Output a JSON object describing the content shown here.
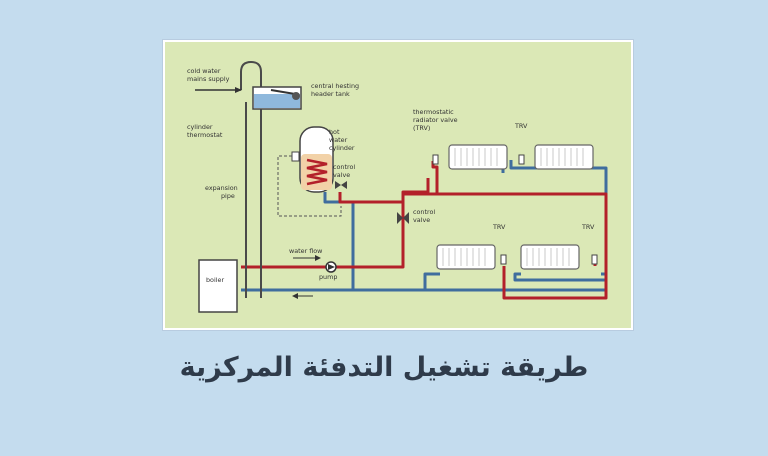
{
  "colors": {
    "background": "#c4dcee",
    "panel": "#dbe8b6",
    "hot_pipe": "#b3202a",
    "cold_pipe": "#3f6d9e",
    "title_text": "#2f3b4a"
  },
  "diagram": {
    "labels": {
      "cold_water_1": "cold water",
      "cold_water_2": "mains supply",
      "header_tank_1": "central hesting",
      "header_tank_2": "header tank",
      "cyl_thermo_1": "cylinder",
      "cyl_thermo_2": "thermostat",
      "hot_water_1": "hot",
      "hot_water_2": "water",
      "hot_water_3": "cylinder",
      "control_valve_1": "control",
      "control_valve_2": "valve",
      "expansion_1": "expansion",
      "expansion_2": "pipe",
      "water_flow": "water flow",
      "pump": "pump",
      "boiler": "boiler",
      "trv_1": "thermostatic",
      "trv_2": "radiator valve",
      "trv_3": "(TRV)",
      "trv_top_right": "TRV",
      "trv_lower_left": "TRV",
      "trv_lower_right": "TRV",
      "control_valve2_1": "control",
      "control_valve2_2": "valve"
    }
  },
  "page_title": "طريقة تشغيل التدفئة المركزية"
}
